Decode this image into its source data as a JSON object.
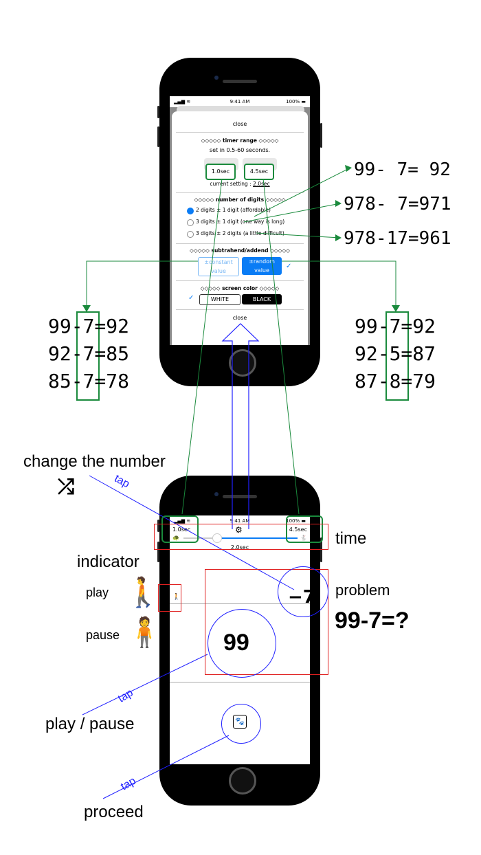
{
  "top_phone": {
    "status": {
      "time": "9:41 AM",
      "battery": "100%"
    },
    "close_top": "close",
    "timer_section": "◇◇◇◇◇ timer range ◇◇◇◇◇",
    "timer_hint": "set in 0.5-60 seconds.",
    "min_value": "1.0sec",
    "max_value": "4.5sec",
    "current_setting_label": "current setting :",
    "current_setting_value": "2.0sec",
    "digits_section": "◇◇◇◇◇ number of digits ◇◇◇◇◇",
    "digit_options": [
      {
        "label": "2 digits ± 1 digit (affordable)",
        "selected": true
      },
      {
        "label": "3 digits ± 1 digit (one way is long)",
        "selected": false
      },
      {
        "label": "3 digits ± 2 digits (a little difficult)",
        "selected": false
      }
    ],
    "sub_section": "◇◇◇◇◇ subtrahend/addend ◇◇◇◇◇",
    "constant_btn": "±constant value",
    "random_btn": "±random value",
    "color_section": "◇◇◇◇◇ screen color ◇◇◇◇◇",
    "white_btn": "WHITE",
    "black_btn": "BLACK",
    "close_bottom": "close"
  },
  "examples_right_top": [
    "99-  7=  92",
    "978-  7=971",
    "978-17=961"
  ],
  "examples_left": [
    "99-7=92",
    "92-7=85",
    "85-7=78"
  ],
  "examples_right": [
    "99-7=92",
    "92-5=87",
    "87-8=79"
  ],
  "bottom_phone": {
    "status": {
      "time": "9:41 AM",
      "battery": "100%"
    },
    "min_value": "1.0sec",
    "max_value": "4.5sec",
    "current": "2.0sec",
    "subtrahend": "−7",
    "minuend": "99"
  },
  "annotations": {
    "change_number": "change the number",
    "tap1": "tap",
    "time": "time",
    "indicator": "indicator",
    "play": "play",
    "pause": "pause",
    "problem": "problem",
    "problem_expr": "99-7=?",
    "tap2": "tap",
    "play_pause": "play / pause",
    "tap3": "tap",
    "proceed": "proceed"
  },
  "colors": {
    "green": "#1a8a3c",
    "blue": "#2020ff",
    "red": "#e02020",
    "accent": "#0a7cf5"
  }
}
